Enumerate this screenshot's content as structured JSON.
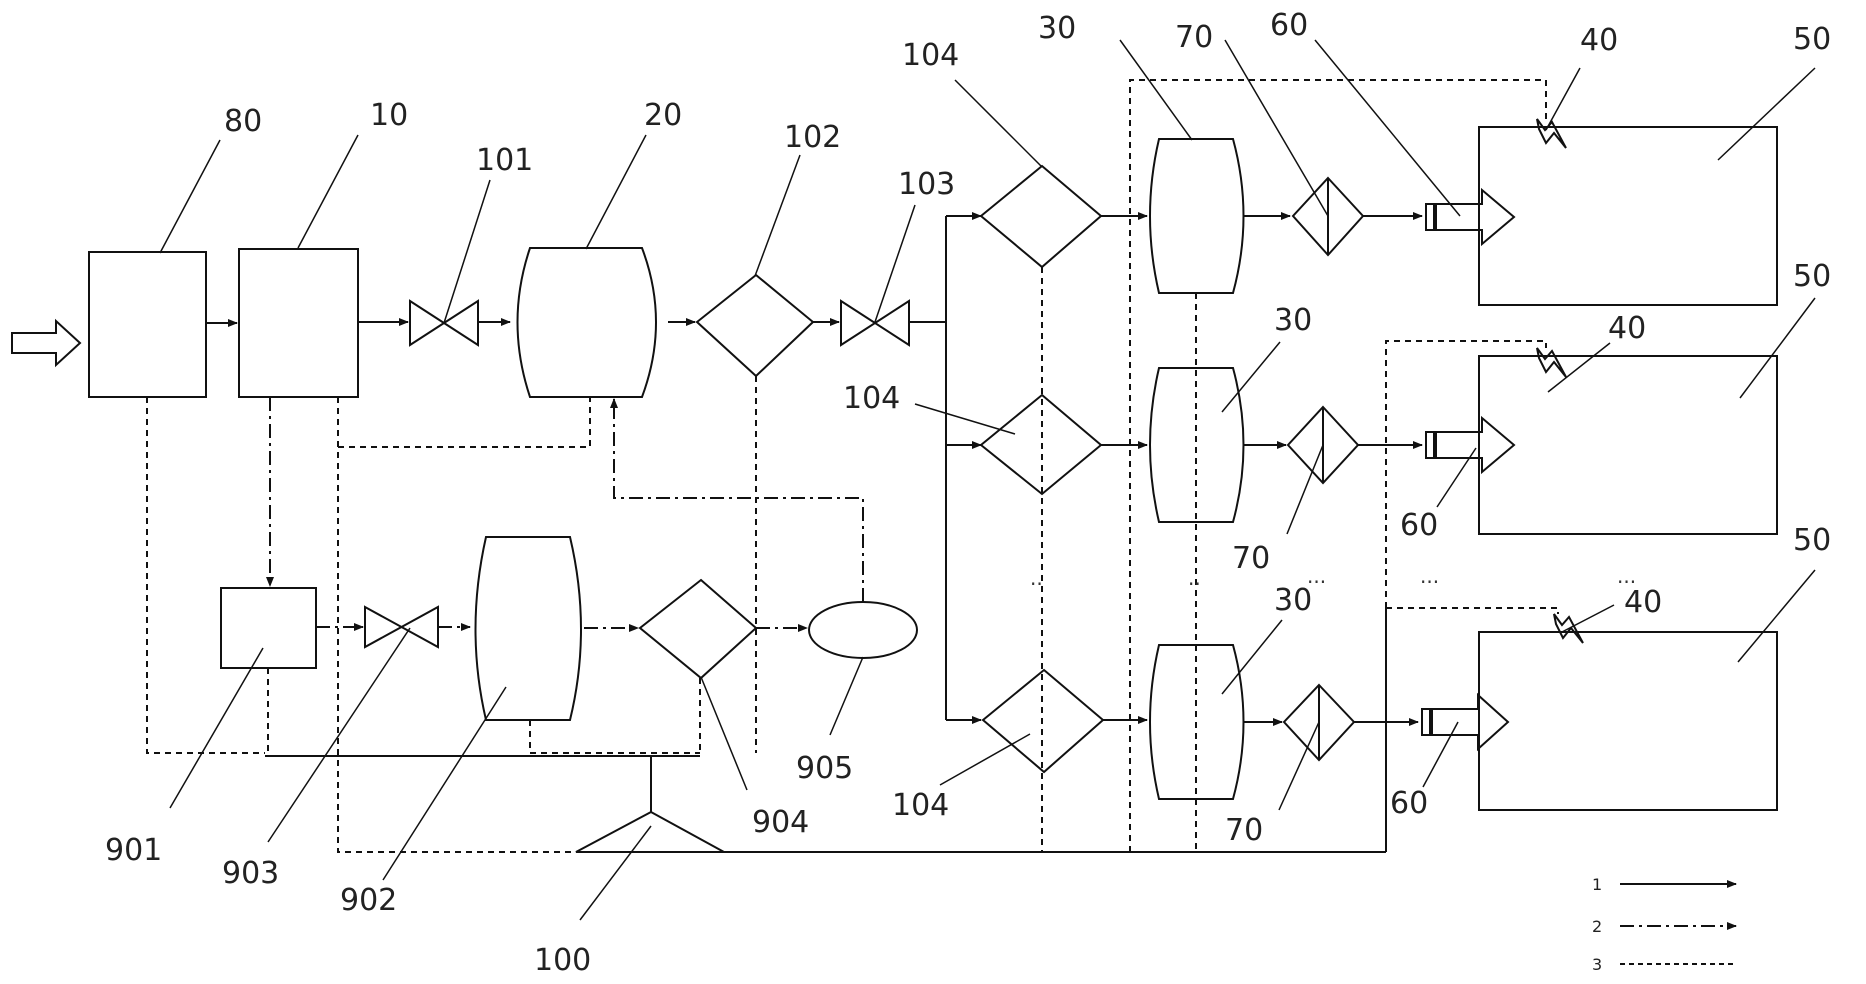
{
  "labels": {
    "inlet_source": "80",
    "unit_10": "10",
    "valve_101": "101",
    "tank_20": "20",
    "filter_102": "102",
    "valve_103": "103",
    "branch_104": "104",
    "vessel_30": "30",
    "filter_70": "70",
    "nozzle_60": "60",
    "sensor_40": "40",
    "chamber_50": "50",
    "unit_901": "901",
    "valve_903": "903",
    "tank_902": "902",
    "filter_904": "904",
    "vessel_905": "905",
    "controller_100": "100"
  },
  "ellipsis": "...",
  "ellipsis_short": "..",
  "legend": [
    {
      "key": "1",
      "style": "solid"
    },
    {
      "key": "2",
      "style": "dash-dot"
    },
    {
      "key": "3",
      "style": "dashed"
    }
  ],
  "colors": {
    "line": "#111111",
    "text": "#222222",
    "background": "#ffffff"
  }
}
